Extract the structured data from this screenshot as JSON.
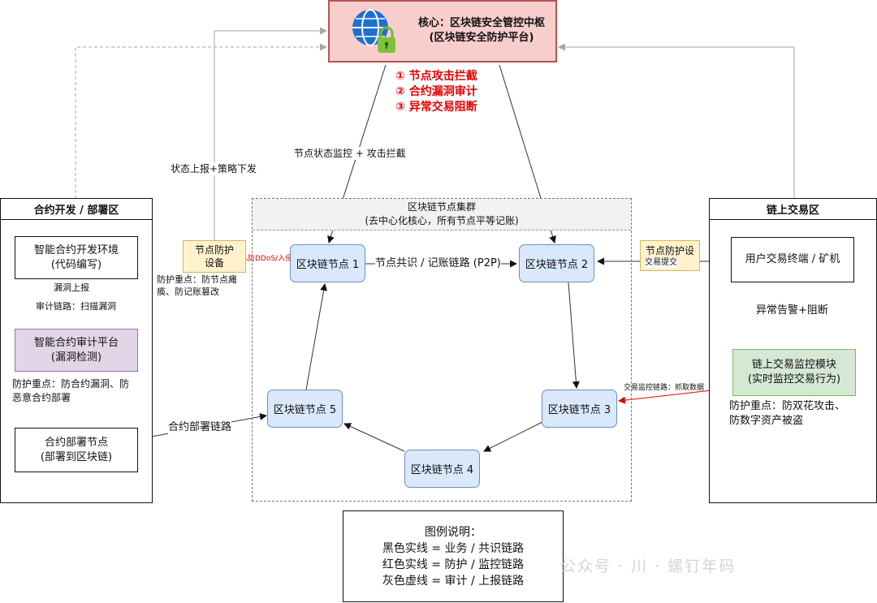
{
  "core": {
    "line1": "核心：区块链安全管控中枢",
    "line2": "(区块链安全防护平台)",
    "icon": "globe-lock-icon"
  },
  "core_features": [
    "① 节点攻击拦截",
    "② 合约漏洞审计",
    "③ 异常交易阻断"
  ],
  "edge_labels": {
    "status_report": "状态上报+策略下发",
    "node_monitor": "节点状态监控 + 攻击拦截",
    "consensus": "节点共识 / 记账链路 (P2P)",
    "vuln_report": "漏洞上报",
    "audit_link": "审计链路：扫描漏洞",
    "deploy_link": "合约部署链路",
    "alert_block": "异常告警+阻断",
    "tx_monitor": "交易监控链路：抓取数据",
    "ddos": "防DDoS/入侵",
    "tx_submit": "交易提交"
  },
  "left_zone": {
    "title": "合约开发 / 部署区",
    "dev_env_1": "智能合约开发环境",
    "dev_env_2": "(代码编写)",
    "audit_1": "智能合约审计平台",
    "audit_2": "(漏洞检测)",
    "protect_note_1": "防护重点：防合约漏洞、防",
    "protect_note_2": "恶意合约部署",
    "deploy_1": "合约部署节点",
    "deploy_2": "(部署到区块链)"
  },
  "right_zone": {
    "title": "链上交易区",
    "terminal": "用户交易终端 / 矿机",
    "monitor_1": "链上交易监控模块",
    "monitor_2": "(实时监控交易行为)",
    "protect_note_1": "防护重点：防双花攻击、",
    "protect_note_2": "防数字资产被盗"
  },
  "cluster": {
    "title_1": "区块链节点集群",
    "title_2": "(去中心化核心，所有节点平等记账)",
    "nodes": [
      "区块链节点 1",
      "区块链节点 2",
      "区块链节点 3",
      "区块链节点 4",
      "区块链节点 5"
    ]
  },
  "guards": {
    "left_1": "节点防护",
    "left_2": "设备",
    "left_note_1": "防护重点：防节点瘫",
    "left_note_2": "痪、防记账篡改",
    "right": "节点防护设"
  },
  "legend": {
    "title": "图例说明：",
    "black": "黑色实线 = 业务 / 共识链路",
    "red": "红色实线 = 防护 / 监控链路",
    "gray": "灰色虚线 = 审计 / 上报链路"
  },
  "watermark": "公众号 · 川 · 螺钉年码",
  "colors": {
    "core_fill": "#f8cecc",
    "core_border": "#b85450",
    "node_fill": "#dae8fc",
    "node_border": "#6c8ebf",
    "audit_fill": "#e1d5e7",
    "audit_border": "#9673a6",
    "monitor_fill": "#d5e8d4",
    "monitor_border": "#82b366",
    "guard_fill": "#fff2cc",
    "guard_border": "#d6b656",
    "alert_red": "#e60000"
  }
}
